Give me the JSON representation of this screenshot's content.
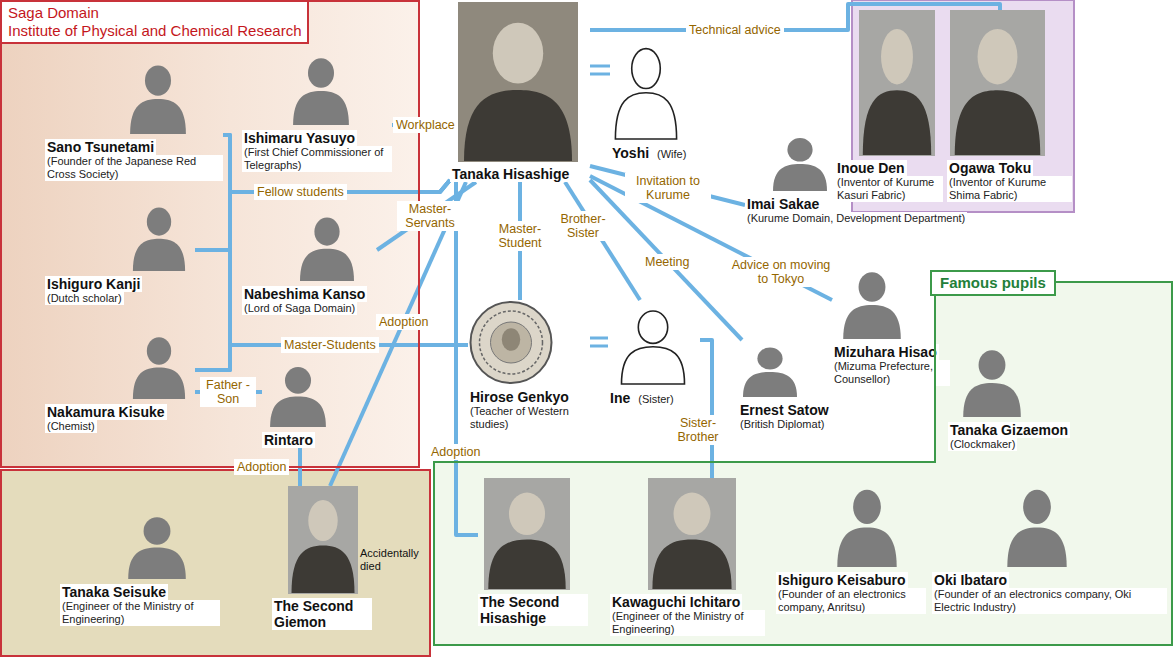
{
  "diagram": {
    "nodes": [
      {
        "text": [
          "Saga Domain",
          "Institute of Physical and Chemical Research"
        ]
      },
      {
        "text": [
          "Sano Tsunetami",
          "(Founder of the Japanese Red Cross Society)"
        ],
        "in": 0
      },
      {
        "text": [
          "Ishimaru Yasuyo",
          "(First Chief Commissioner of Telegraphs)"
        ],
        "in": 0
      },
      {
        "text": [
          "Tanaka Hisashige"
        ]
      },
      {
        "text": [
          "Yoshi",
          "(Wife)"
        ]
      },
      {
        "text": [
          "Inoue Den",
          "(Inventor of Kurume Kasuri Fabric)"
        ]
      },
      {
        "text": [
          "Ogawa Toku",
          "(Inventor of Kurume Shima Fabric)"
        ]
      },
      {
        "text": [
          "Imai Sakae",
          "(Kurume Domain, Development Department)"
        ]
      },
      {
        "text": [
          "Ishiguro Kanji",
          "(Dutch scholar)"
        ],
        "in": 0
      },
      {
        "text": [
          "Nabeshima Kanso",
          "(Lord of Saga Domain)"
        ],
        "in": 0
      },
      {
        "text": [
          "Hirose Genkyo",
          "(Teacher of Western studies)"
        ]
      },
      {
        "text": [
          "Ine",
          "(Sister)"
        ]
      },
      {
        "text": [
          "Mizuhara Hisao",
          "(Mizuma Prefecture, Counsellor)"
        ]
      },
      {
        "text": [
          "Famous pupils"
        ]
      },
      {
        "text": [
          "Nakamura Kisuke",
          "(Chemist)"
        ],
        "in": 0
      },
      {
        "text": [
          "Rintaro"
        ],
        "in": 0
      },
      {
        "text": [
          "Ernest Satow",
          "(British Diplomat)"
        ]
      },
      {
        "text": [
          "Tanaka Gizaemon",
          "(Clockmaker)"
        ],
        "in": 13
      },
      {
        "text": [
          "Tanaka Seisuke",
          "(Engineer of the Ministry of Engineering)"
        ]
      },
      {
        "text": [
          "The Second Giemon"
        ]
      },
      {
        "text": [
          "The Second Hisashige"
        ],
        "in": 13
      },
      {
        "text": [
          "Kawaguchi Ichitaro",
          "(Engineer of the Ministry of Engineering)"
        ],
        "in": 13
      },
      {
        "text": [
          "Ishiguro Keisaburo",
          "(Founder of an electronics company, Anritsu)"
        ],
        "in": 13
      },
      {
        "text": [
          "Oki Ibataro",
          "(Founder of an electronics company, Oki Electric Industry)"
        ],
        "in": 13
      }
    ],
    "edges": [
      {
        "from": 3,
        "to": 5,
        "arrow": "none",
        "label": "Technical advice"
      },
      {
        "from": 3,
        "to": 6,
        "arrow": "none"
      },
      {
        "from": 3,
        "to": 4,
        "arrow": "none"
      },
      {
        "from": 3,
        "to": 2,
        "arrow": "none",
        "label": "Workplace"
      },
      {
        "from": 3,
        "to": 1,
        "arrow": "none"
      },
      {
        "from": 3,
        "to": 8,
        "arrow": "none",
        "label": "Fellow students"
      },
      {
        "from": 3,
        "to": 14,
        "arrow": "none"
      },
      {
        "from": 3,
        "to": 9,
        "arrow": "none",
        "label": "Master-Servants"
      },
      {
        "from": 3,
        "to": 10,
        "arrow": "none",
        "label": "Master-Student"
      },
      {
        "from": 3,
        "to": 11,
        "arrow": "none",
        "label": "Brother-Sister"
      },
      {
        "from": 3,
        "to": 7,
        "arrow": "none",
        "label": "Invitation to Kurume"
      },
      {
        "from": 3,
        "to": 16,
        "arrow": "none",
        "label": "Meeting"
      },
      {
        "from": 3,
        "to": 12,
        "arrow": "none",
        "label": "Advice on moving to Tokyo"
      },
      {
        "from": 10,
        "to": 11,
        "arrow": "none"
      },
      {
        "from": 10,
        "to": 1,
        "arrow": "none"
      },
      {
        "from": 10,
        "to": 8,
        "arrow": "none",
        "label": "Master-Students"
      },
      {
        "from": 10,
        "to": 14,
        "arrow": "none"
      },
      {
        "from": 14,
        "to": 15,
        "arrow": "none",
        "label": "Father -Son"
      },
      {
        "from": 15,
        "to": 19,
        "arrow": "none",
        "label": "Adoption"
      },
      {
        "from": 3,
        "to": 19,
        "arrow": "none",
        "label": "Adoption"
      },
      {
        "from": 3,
        "to": 20,
        "arrow": "none",
        "label": "Adoption"
      },
      {
        "from": 11,
        "to": 21,
        "arrow": "none",
        "label": "Sister-Brother"
      }
    ],
    "labels": [
      "Accidentally died"
    ]
  }
}
